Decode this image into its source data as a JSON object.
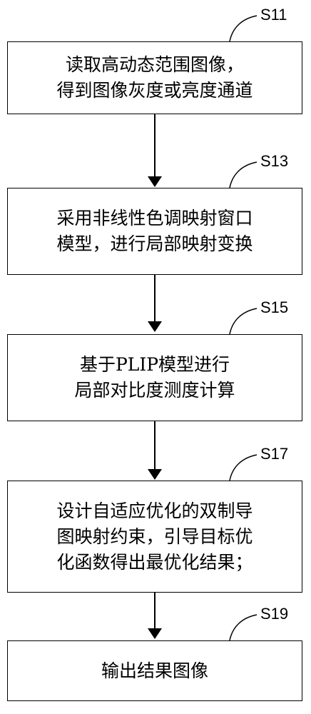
{
  "steps": [
    {
      "id": "S11",
      "lines": [
        "读取高动态范围图像，",
        "得到图像灰度或亮度通道"
      ]
    },
    {
      "id": "S13",
      "lines": [
        "采用非线性色调映射窗口",
        "模型，进行局部映射变换"
      ]
    },
    {
      "id": "S15",
      "lines": [
        "基于PLIP模型进行",
        "局部对比度测度计算"
      ]
    },
    {
      "id": "S17",
      "lines": [
        "设计自适应优化的双制导",
        "图映射约束，引导目标优",
        "化函数得出最优化结果；"
      ]
    },
    {
      "id": "S19",
      "lines": [
        "输出结果图像"
      ]
    }
  ],
  "colors": {
    "stroke": "#000000",
    "background": "#ffffff"
  }
}
